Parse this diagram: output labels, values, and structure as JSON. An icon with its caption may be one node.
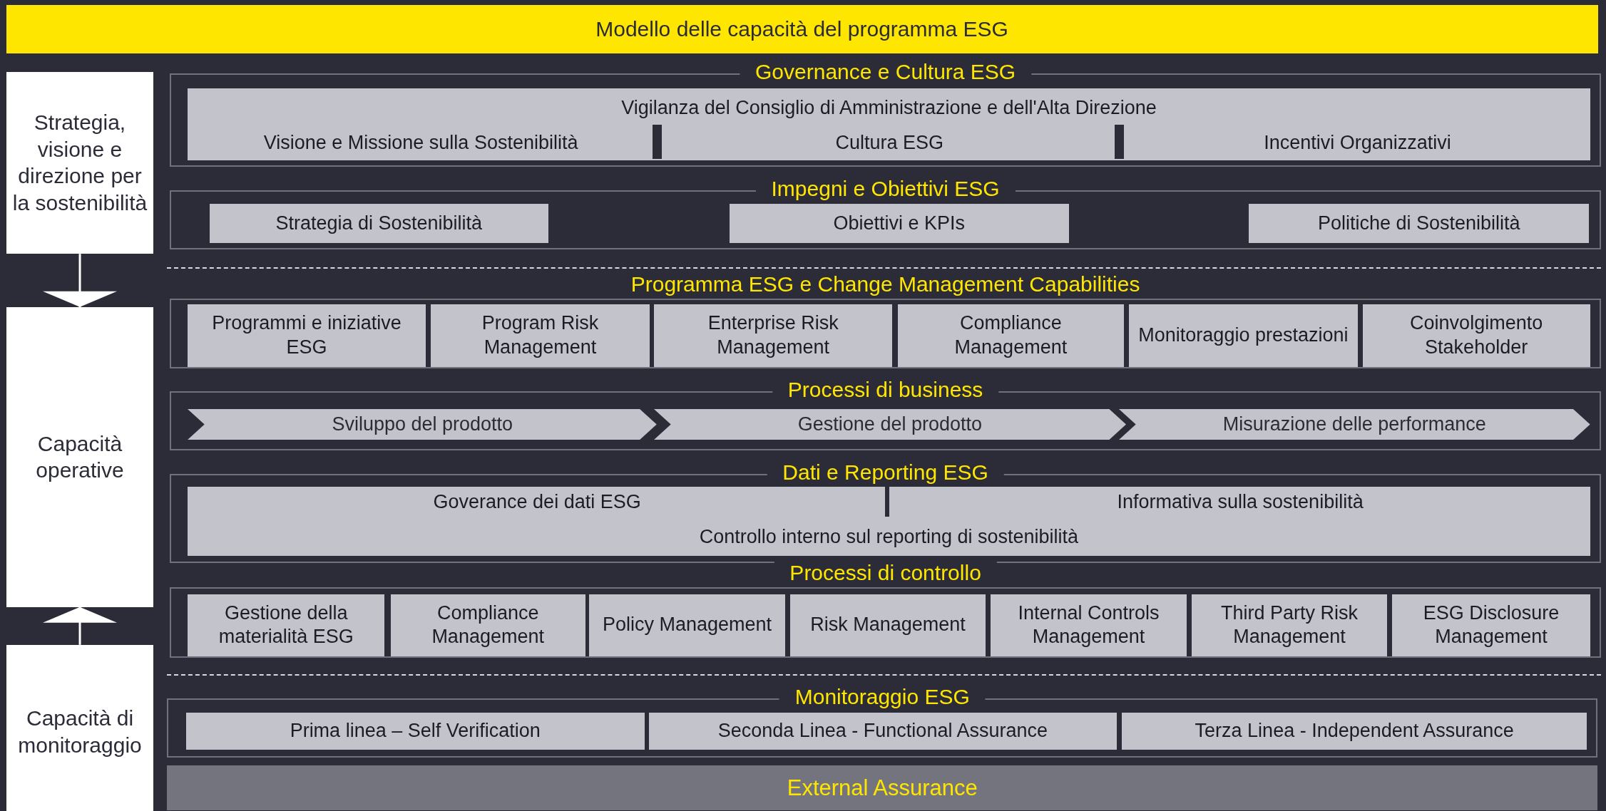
{
  "diagram": {
    "title": "Modello delle capacità del programma ESG",
    "nodes": [
      {
        "text": [
          "Strategia, visione e direzione per la sostenibilità"
        ]
      },
      {
        "text": [
          "Capacità operative"
        ]
      },
      {
        "text": [
          "Capacità di monitoraggio"
        ]
      },
      {
        "text": [
          "Governance e Cultura ESG"
        ]
      },
      {
        "text": [
          "Vigilanza del Consiglio di Amministrazione e dell'Alta Direzione"
        ],
        "in": 3
      },
      {
        "text": [
          "Visione e Missione sulla Sostenibilità"
        ],
        "in": 4
      },
      {
        "text": [
          "Cultura ESG"
        ],
        "in": 4
      },
      {
        "text": [
          "Incentivi Organizzativi"
        ],
        "in": 4
      },
      {
        "text": [
          "Impegni e Obiettivi ESG"
        ]
      },
      {
        "text": [
          "Strategia di Sostenibilità"
        ],
        "in": 8
      },
      {
        "text": [
          "Obiettivi e KPIs"
        ],
        "in": 8
      },
      {
        "text": [
          "Politiche di Sostenibilità"
        ],
        "in": 8
      },
      {
        "text": [
          "Programma ESG e Change Management Capabilities"
        ]
      },
      {
        "text": [
          "Programmi e iniziative ESG"
        ],
        "in": 12
      },
      {
        "text": [
          "Program Risk Management"
        ],
        "in": 12
      },
      {
        "text": [
          "Enterprise Risk Management"
        ],
        "in": 12
      },
      {
        "text": [
          "Compliance Management"
        ],
        "in": 12
      },
      {
        "text": [
          "Monitoraggio prestazioni"
        ],
        "in": 12
      },
      {
        "text": [
          "Coinvolgimento Stakeholder"
        ],
        "in": 12
      },
      {
        "text": [
          "Processi di business"
        ]
      },
      {
        "text": [
          "Sviluppo del prodotto"
        ],
        "in": 19
      },
      {
        "text": [
          "Gestione del prodotto"
        ],
        "in": 19
      },
      {
        "text": [
          "Misurazione delle performance"
        ],
        "in": 19
      },
      {
        "text": [
          "Dati e Reporting ESG"
        ]
      },
      {
        "text": [
          "Controllo interno sul reporting di sostenibilità"
        ],
        "in": 23
      },
      {
        "text": [
          "Goverance dei dati ESG"
        ],
        "in": 24
      },
      {
        "text": [
          "Informativa sulla sostenibilità"
        ],
        "in": 24
      },
      {
        "text": [
          "Processi di controllo"
        ]
      },
      {
        "text": [
          "Gestione della materialità ESG"
        ],
        "in": 27
      },
      {
        "text": [
          "Compliance Management"
        ],
        "in": 27
      },
      {
        "text": [
          "Policy Management"
        ],
        "in": 27
      },
      {
        "text": [
          "Risk Management"
        ],
        "in": 27
      },
      {
        "text": [
          "Internal Controls Management"
        ],
        "in": 27
      },
      {
        "text": [
          "Third Party Risk Management"
        ],
        "in": 27
      },
      {
        "text": [
          "ESG Disclosure Management"
        ],
        "in": 27
      },
      {
        "text": [
          "Monitoraggio ESG"
        ]
      },
      {
        "text": [
          "Prima linea – Self Verification"
        ],
        "in": 35
      },
      {
        "text": [
          "Seconda Linea - Functional Assurance"
        ],
        "in": 35
      },
      {
        "text": [
          "Terza Linea - Independent Assurance"
        ],
        "in": 35
      },
      {
        "text": [
          "External Assurance"
        ]
      }
    ],
    "edges": [
      {
        "from": 0,
        "to": 1,
        "arrow": "to"
      },
      {
        "from": 2,
        "to": 1,
        "arrow": "to"
      }
    ]
  }
}
